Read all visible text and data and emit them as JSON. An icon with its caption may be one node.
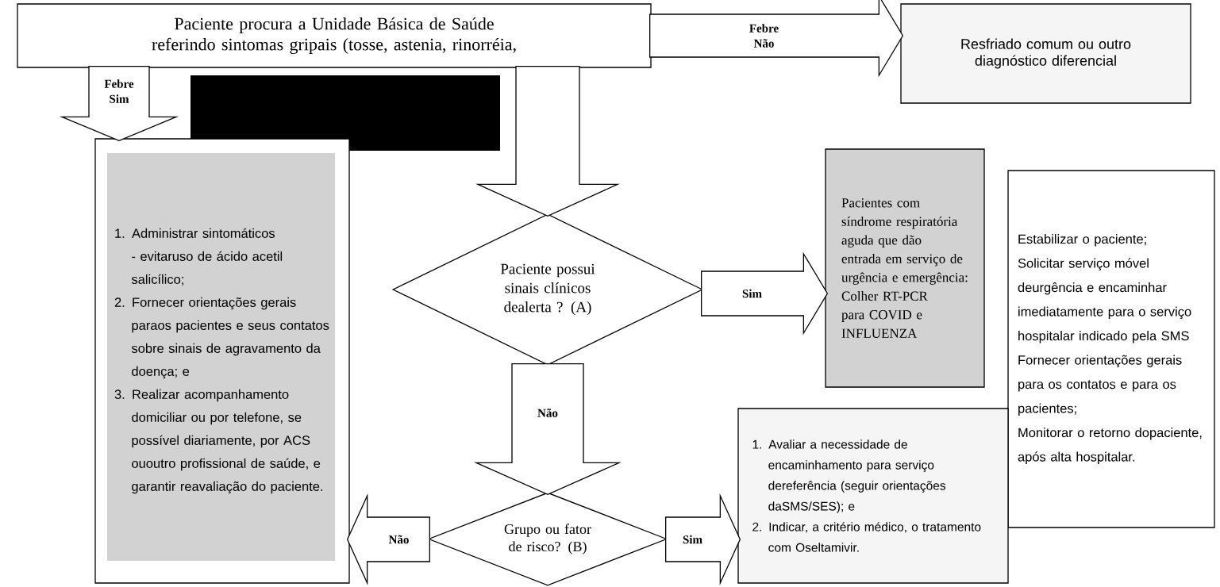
{
  "diagram": {
    "nodes": [
      {
        "text": [
          "Paciente procura a Unidade Básica de Saúde referindo sintomas gripais (tosse, astenia, rinorréia,"
        ]
      },
      {
        "text": [
          "Resfriado comum ou outro diagnóstico diferencial"
        ]
      },
      {
        "text": [
          "1. Administrar sintomáticos - evitaruso de ácido acetil salicílico;",
          "2. Fornecer orientações gerais paraos pacientes e seus contatos sobre sinais de agravamento da doença; e",
          "3. Realizar acompanhamento domiciliar ou por telefone, se possível diariamente, por ACS ououtro profissional de saúde, e garantir reavaliação do paciente."
        ]
      },
      {
        "text": [
          "Paciente possui sinais clínicos dealerta ? (A)"
        ]
      },
      {
        "text": [
          "Pacientes com síndrome respiratória aguda que dão entrada em serviço de urgência e emergência: Colher RT-PCR para COVID e INFLUENZA"
        ]
      },
      {
        "text": [
          "Estabilizar o paciente;",
          "Solicitar serviço móvel deurgência e encaminhar imediatamente para o serviço hospitalar indicado pela SMS",
          "Fornecer orientações gerais para os contatos e para os pacientes;",
          "Monitorar o retorno dopaciente, após alta hospitalar."
        ]
      },
      {
        "text": [
          "Grupo ou fator de risco? (B)"
        ]
      },
      {
        "text": [
          "1. Avaliar a necessidade de encaminhamento para serviço dereferência (seguir orientações daSMS/SES); e",
          "2. Indicar, a critério médico, o tratamento com Oseltamivir."
        ]
      }
    ],
    "edges": [
      {
        "from": 0,
        "to": 2,
        "arrow": "to",
        "label": "Febre Sim"
      },
      {
        "from": 0,
        "to": 1,
        "arrow": "to",
        "label": "Febre Não"
      },
      {
        "from": 0,
        "to": 3,
        "arrow": "to"
      },
      {
        "from": 3,
        "to": 4,
        "arrow": "to",
        "label": "Sim"
      },
      {
        "from": 3,
        "to": 6,
        "arrow": "to",
        "label": "Não"
      },
      {
        "from": 6,
        "to": 2,
        "arrow": "to",
        "label": "Não"
      },
      {
        "from": 6,
        "to": 7,
        "arrow": "to",
        "label": "Sim"
      }
    ]
  }
}
